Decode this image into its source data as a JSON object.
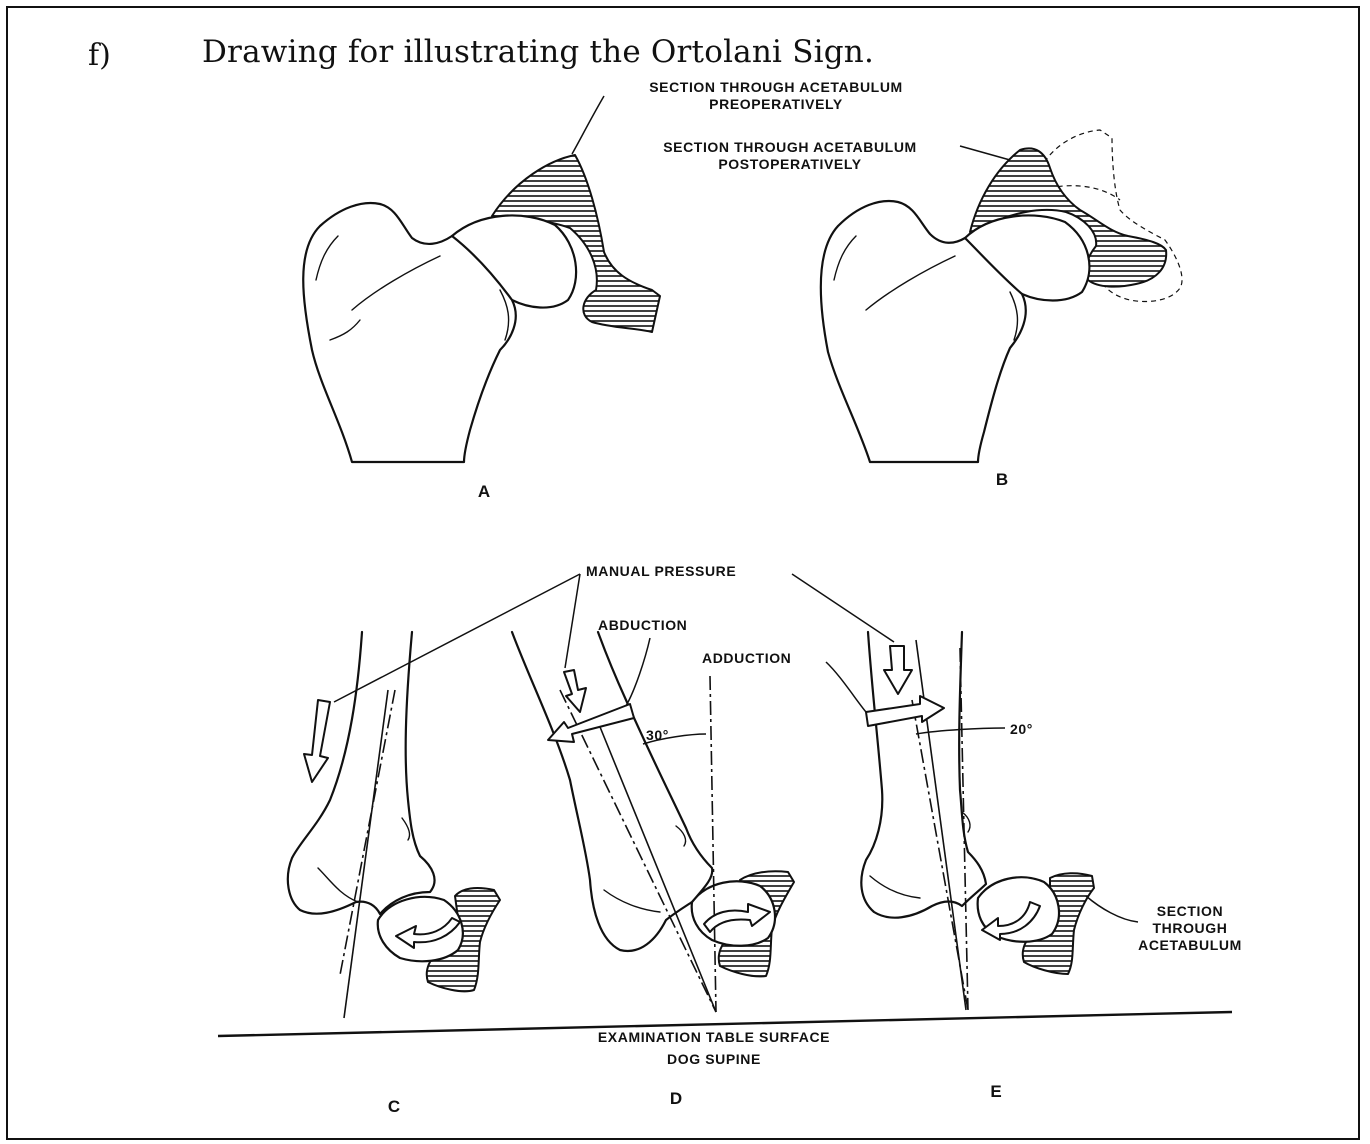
{
  "figure": {
    "label": "f)",
    "title": "Drawing for illustrating the Ortolani Sign."
  },
  "annotations": {
    "preop_line1": "SECTION THROUGH ACETABULUM",
    "preop_line2": "PREOPERATIVELY",
    "postop_line1": "SECTION THROUGH ACETABULUM",
    "postop_line2": "POSTOPERATIVELY",
    "manual_pressure": "MANUAL PRESSURE",
    "abduction": "ABDUCTION",
    "adduction": "ADDUCTION",
    "angle_d": "30°",
    "angle_e": "20°",
    "section_line1": "SECTION",
    "section_line2": "THROUGH",
    "section_line3": "ACETABULUM",
    "table_line1": "EXAMINATION TABLE SURFACE",
    "table_line2": "DOG SUPINE"
  },
  "panels": {
    "a": "A",
    "b": "B",
    "c": "C",
    "d": "D",
    "e": "E"
  }
}
